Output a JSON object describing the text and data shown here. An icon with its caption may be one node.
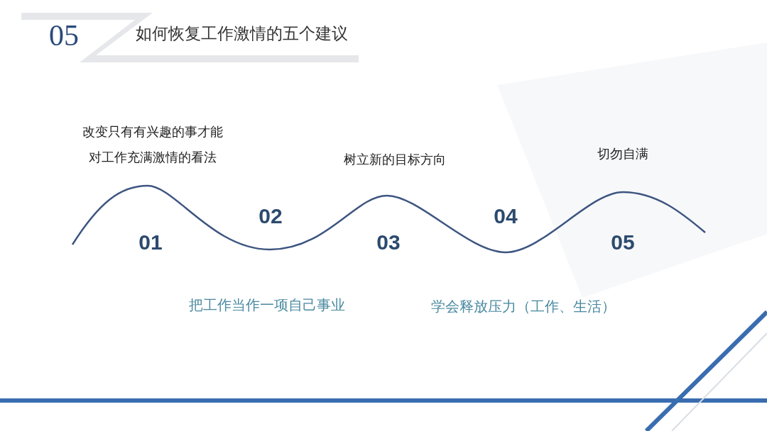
{
  "diagram": {
    "title": "如何恢复工作激情的五个建议",
    "labels": [
      "05",
      "改变只有有兴趣的事才能对工作充满激情的看法",
      "树立新的目标方向",
      "切勿自满",
      "01",
      "02",
      "03",
      "04",
      "05",
      "把工作当作一项自己事业",
      "学会释放压力（工作、生活）"
    ]
  }
}
